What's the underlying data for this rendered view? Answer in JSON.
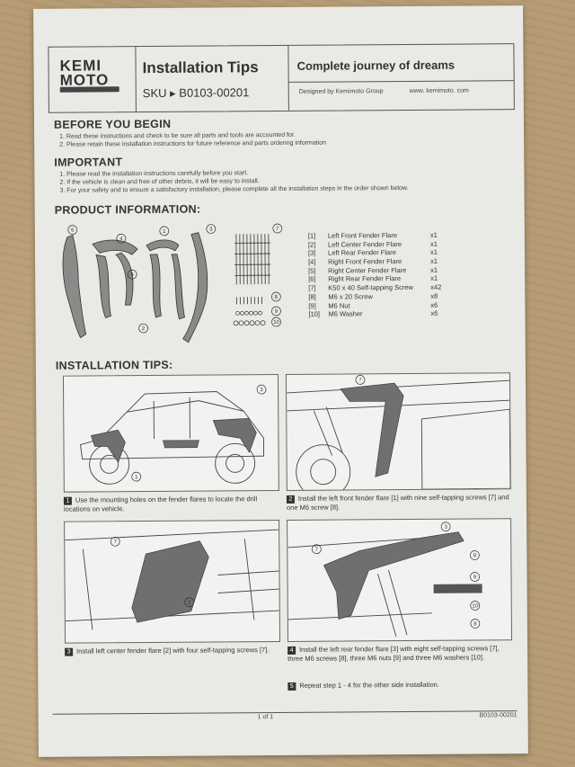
{
  "header": {
    "brand_line1": "KEMI",
    "brand_line2": "MOTO",
    "title": "Installation Tips",
    "sku_label": "SKU ▸",
    "sku": "B0103-00201",
    "slogan": "Complete journey of dreams",
    "designed_by": "Designed by Kemimoto Group",
    "website": "www. kemimoto. com"
  },
  "before": {
    "title": "BEFORE YOU BEGIN",
    "items": [
      "1. Read these instructions and check to be sure all parts and tools are accounted for.",
      "2. Please retain these installation instructions for future reference and parts ordering information"
    ]
  },
  "important": {
    "title": "IMPORTANT",
    "items": [
      "1. Please read the installation instructions carefully before you start.",
      "2. If the vehicle is clean and free of other debris, it will be easy to install.",
      "3. For your safety and to ensure a satisfactory installation, please complete all the installation steps in the order shown below."
    ]
  },
  "product": {
    "title": "PRODUCT INFORMATION:",
    "parts": [
      {
        "num": "[1]",
        "name": "Left Front Fender Flare",
        "qty": "x1"
      },
      {
        "num": "[2]",
        "name": "Left Center Fender Flare",
        "qty": "x1"
      },
      {
        "num": "[3]",
        "name": "Left Rear Fender Flare",
        "qty": "x1"
      },
      {
        "num": "[4]",
        "name": "Right Front Fender Flare",
        "qty": "x1"
      },
      {
        "num": "[5]",
        "name": "Right Center Fender Flare",
        "qty": "x1"
      },
      {
        "num": "[6]",
        "name": "Right Rear Fender Flare",
        "qty": "x1"
      },
      {
        "num": "[7]",
        "name": "K50 x 40 Self-tapping Screw",
        "qty": "x42"
      },
      {
        "num": "[8]",
        "name": "M6 x 20 Screw",
        "qty": "x8"
      },
      {
        "num": "[9]",
        "name": "M6 Nut",
        "qty": "x6"
      },
      {
        "num": "[10]",
        "name": "M6 Washer",
        "qty": "x6"
      }
    ],
    "callouts": [
      "6",
      "4",
      "1",
      "3",
      "5",
      "2",
      "7",
      "8",
      "9",
      "10"
    ]
  },
  "tips": {
    "title": "INSTALLATION TIPS:",
    "steps": [
      {
        "num": "1",
        "text": "Use the mounting holes on the fender flares to locate the drill locations on vehicle."
      },
      {
        "num": "2",
        "text": "Install the left front fender flare [1] with nine self-tapping screws [7] and one M6 screw [8]."
      },
      {
        "num": "3",
        "text": "Install left center fender flare [2] with four self-tapping screws [7]."
      },
      {
        "num": "4",
        "text": "Install the left rear fender flare [3] with eight self-tapping screws [7], three M6 screws [8], three M6 nuts [9] and three M6 washers [10]."
      },
      {
        "num": "5",
        "text": "Repeat step 1 - 4 for the other side installation."
      }
    ],
    "panel_callouts": {
      "p1": [
        "3",
        "1"
      ],
      "p2": [
        "7"
      ],
      "p3": [
        "7",
        "2"
      ],
      "p4": [
        "3",
        "7",
        "8",
        "9",
        "10",
        "8"
      ]
    }
  },
  "footer": {
    "page": "1 of 1",
    "sku": "B0103-00201"
  },
  "colors": {
    "paper": "#e9e9e6",
    "ink": "#333333",
    "background": "#b69c74"
  }
}
